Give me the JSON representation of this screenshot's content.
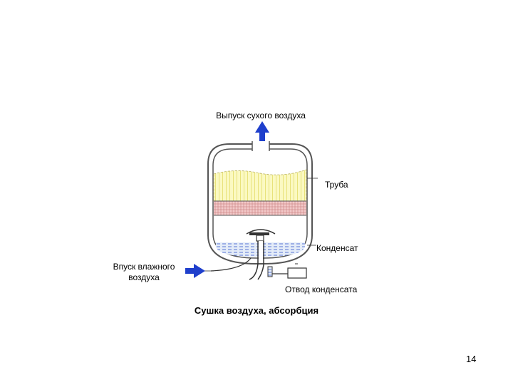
{
  "diagram": {
    "labels": {
      "dry_air_outlet": "Выпуск сухого воздуха",
      "pipe": "Труба",
      "condensate": "Конденсат",
      "wet_air_inlet_line1": "Впуск влажного",
      "wet_air_inlet_line2": "воздуха",
      "condensate_drain": "Отвод конденсата"
    },
    "caption": "Сушка воздуха, абсорбция",
    "colors": {
      "arrow": "#1f3fcc",
      "desiccant": "#fbf9c2",
      "desiccant_hatch": "#e8e27a",
      "grid": "#f2c9c9",
      "grid_hatch": "#c98080",
      "water": "#e4ecf8",
      "water_lines": "#3355cc",
      "vessel": "#555555"
    }
  },
  "page": {
    "number": "14"
  }
}
